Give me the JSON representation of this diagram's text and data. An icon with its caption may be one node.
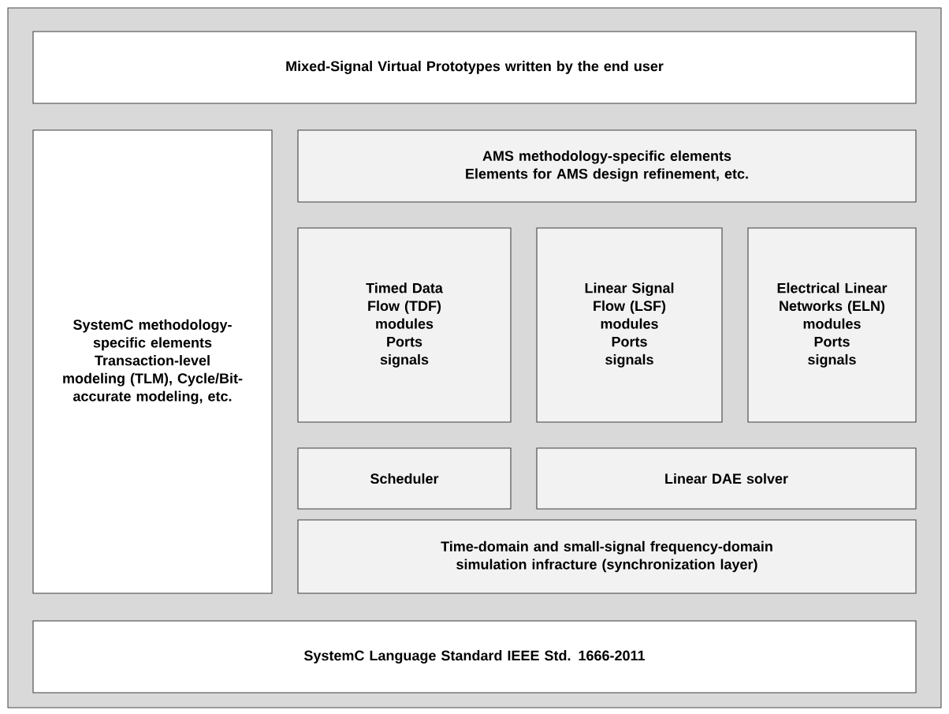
{
  "diagram": {
    "nodes": [
      {
        "text": [
          "Mixed-Signal Virtual Prototypes written by the end user"
        ]
      },
      {
        "text": [
          "SystemC methodology-specific elements",
          "Transaction-level modeling (TLM), Cycle/Bit-accurate modeling, etc."
        ]
      },
      {
        "text": [
          "AMS methodology-specific elements",
          "Elements for AMS design refinement, etc."
        ]
      },
      {
        "text": [
          "Timed Data Flow (TDF)",
          "modules",
          "Ports",
          "signals"
        ]
      },
      {
        "text": [
          "Linear Signal Flow (LSF)",
          "modules",
          "Ports",
          "signals"
        ]
      },
      {
        "text": [
          "Electrical Linear Networks (ELN)",
          "modules",
          "Ports",
          "signals"
        ]
      },
      {
        "text": [
          "Scheduler"
        ]
      },
      {
        "text": [
          "Linear DAE solver"
        ]
      },
      {
        "text": [
          "Time-domain and small-signal frequency-domain simulation infracture (synchronization layer)"
        ]
      },
      {
        "text": [
          "SystemC Language Standard IEEE Std. 1666-2011"
        ]
      }
    ],
    "edges": []
  }
}
